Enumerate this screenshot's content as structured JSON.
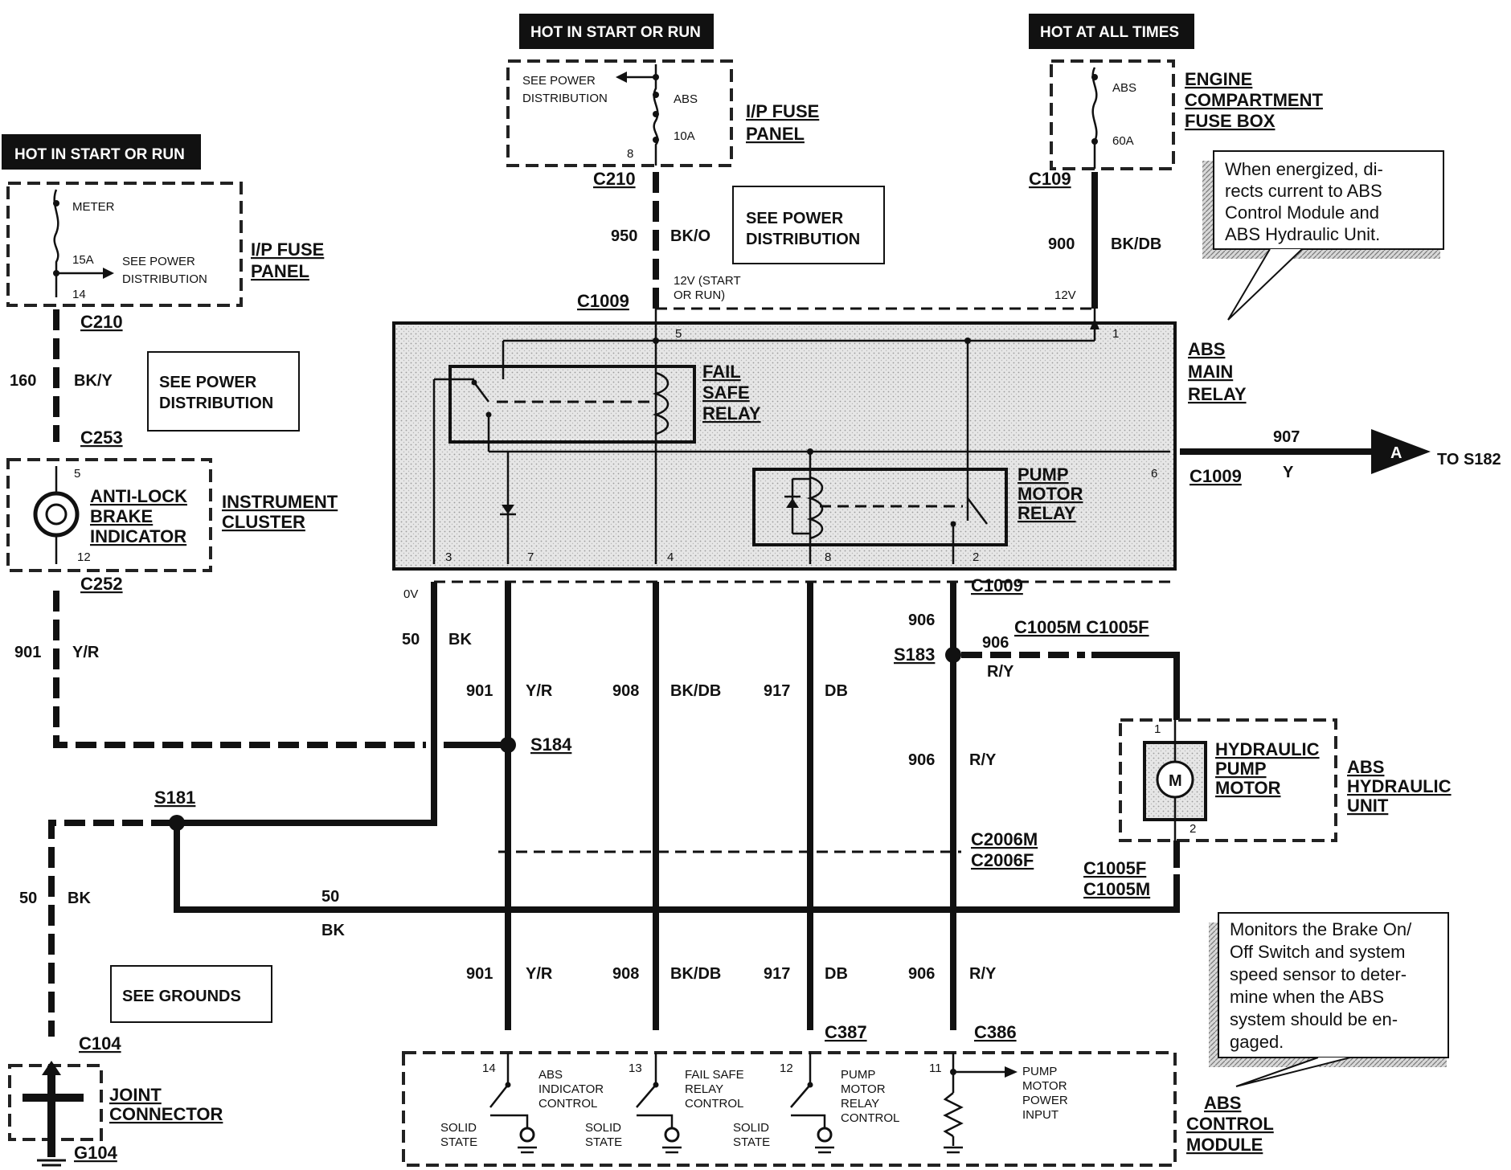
{
  "headers": {
    "start_run_left": "HOT IN START OR RUN",
    "start_run_top": "HOT IN START OR RUN",
    "all_times": "HOT AT ALL TIMES"
  },
  "left_fuse": {
    "meter": "METER",
    "amp": "15A",
    "pin": "14",
    "see_power": "SEE POWER",
    "distribution": "DISTRIBUTION",
    "panel_line1": "I/P FUSE",
    "panel_line2": "PANEL",
    "connector": "C210"
  },
  "top_fuse": {
    "see_power": "SEE POWER",
    "distribution": "DISTRIBUTION",
    "abs": "ABS",
    "amp": "10A",
    "pin": "8",
    "panel_line1": "I/P FUSE",
    "panel_line2": "PANEL",
    "connector": "C210"
  },
  "engine_fuse": {
    "abs": "ABS",
    "amp": "60A",
    "title1": "ENGINE",
    "title2": "COMPARTMENT",
    "title3": "FUSE BOX",
    "connector": "C109"
  },
  "callout_top": [
    "When energized, di-",
    "rects current to ABS",
    "Control Module and",
    "ABS Hydraulic Unit."
  ],
  "callout_bottom": [
    "Monitors the Brake On/",
    "Off Switch and system",
    "speed sensor to deter-",
    "mine when the ABS",
    "system should be en-",
    "gaged."
  ],
  "see_power_box": [
    "SEE POWER",
    "DISTRIBUTION"
  ],
  "see_grounds": "SEE GROUNDS",
  "wires": {
    "w160": "160",
    "w160c": "BK/Y",
    "w950": "950",
    "w950c": "BK/O",
    "w950note1": "12V (START",
    "w950note2": "OR RUN)",
    "w900": "900",
    "w900c": "BK/DB",
    "v12": "12V",
    "w901": "901",
    "w901c": "Y/R",
    "w50": "50",
    "w50c": "BK",
    "v0": "0V",
    "w908": "908",
    "w908c": "BK/DB",
    "w917": "917",
    "w917c": "DB",
    "w906": "906",
    "w906c": "R/Y",
    "w907": "907",
    "w907c": "Y",
    "to_s182": "TO S182",
    "arrow_a": "A"
  },
  "connectors": {
    "c253": "C253",
    "c252": "C252",
    "c1009": "C1009",
    "c1005": "C1005M C1005F",
    "c2006m": "C2006M",
    "c2006f": "C2006F",
    "c1005f": "C1005F",
    "c1005m": "C1005M",
    "c387": "C387",
    "c386": "C386",
    "c104": "C104",
    "g104": "G104"
  },
  "splices": {
    "s184": "S184",
    "s181": "S181",
    "s183": "S183"
  },
  "cluster": {
    "title1": "ANTI-LOCK",
    "title2": "BRAKE",
    "title3": "INDICATOR",
    "name1": "INSTRUMENT",
    "name2": "CLUSTER",
    "pin5": "5",
    "pin12": "12"
  },
  "relay_module": {
    "name1": "ABS",
    "name2": "MAIN",
    "name3": "RELAY",
    "fail1": "FAIL",
    "fail2": "SAFE",
    "fail3": "RELAY",
    "pump1": "PUMP",
    "pump2": "MOTOR",
    "pump3": "RELAY",
    "pins": [
      "5",
      "1",
      "3",
      "7",
      "4",
      "8",
      "2",
      "6"
    ]
  },
  "hydraulic": {
    "motor1": "HYDRAULIC",
    "motor2": "PUMP",
    "motor3": "MOTOR",
    "unit1": "ABS",
    "unit2": "HYDRAULIC",
    "unit3": "UNIT",
    "m": "M",
    "pin1": "1",
    "pin2": "2"
  },
  "joint": {
    "line1": "JOINT",
    "line2": "CONNECTOR"
  },
  "control_module": {
    "name1": "ABS",
    "name2": "CONTROL",
    "name3": "MODULE",
    "pins": [
      "14",
      "13",
      "12",
      "11"
    ],
    "abs_ind": [
      "ABS",
      "INDICATOR",
      "CONTROL"
    ],
    "fail_ctrl": [
      "FAIL SAFE",
      "RELAY",
      "CONTROL"
    ],
    "pump_ctrl": [
      "PUMP",
      "MOTOR",
      "RELAY",
      "CONTROL"
    ],
    "pump_pwr": [
      "PUMP",
      "MOTOR",
      "POWER",
      "INPUT"
    ],
    "solid": "SOLID",
    "state": "STATE"
  }
}
